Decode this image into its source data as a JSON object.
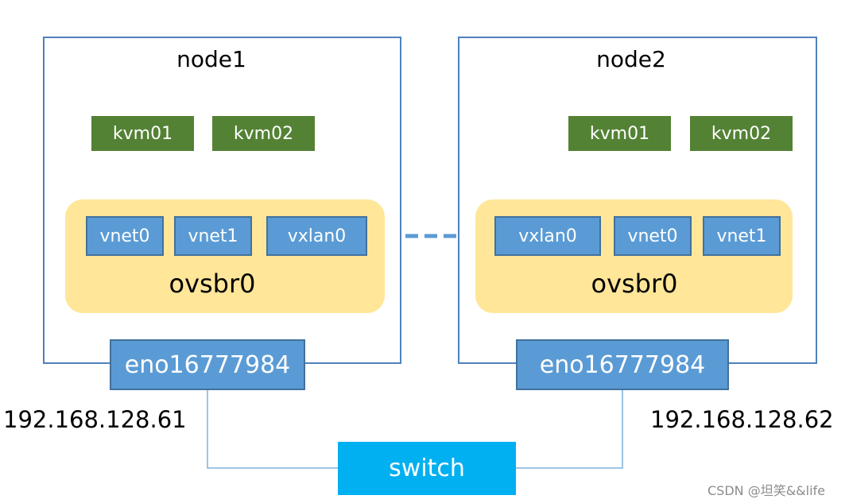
{
  "colors": {
    "node_border": "#4f81bd",
    "vm_fill": "#548235",
    "bridge_fill": "#ffe699",
    "port_fill": "#5b9bd5",
    "port_border": "#41719c",
    "switch_fill": "#00b0f0",
    "link_line": "#7fb2db",
    "tunnel_line": "#5b9bd5"
  },
  "nodes": [
    {
      "title": "node1",
      "vms": [
        "kvm01",
        "kvm02"
      ],
      "bridge": "ovsbr0",
      "ports": [
        "vnet0",
        "vnet1",
        "vxlan0"
      ],
      "nic": "eno16777984",
      "ip": "192.168.128.61"
    },
    {
      "title": "node2",
      "vms": [
        "kvm01",
        "kvm02"
      ],
      "bridge": "ovsbr0",
      "ports": [
        "vxlan0",
        "vnet0",
        "vnet1"
      ],
      "nic": "eno16777984",
      "ip": "192.168.128.62"
    }
  ],
  "switch": {
    "label": "switch"
  },
  "watermark": "CSDN @坦笑&&life"
}
